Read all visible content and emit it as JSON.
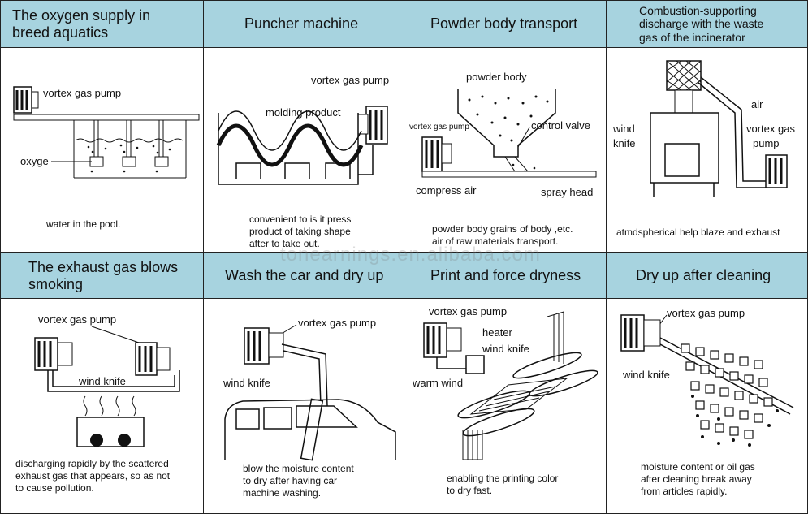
{
  "watermark": "tonearnings.en.alibaba.com",
  "panels": [
    {
      "title": "The oxygen supply in\nbreed aquatics",
      "labels": {
        "pump": "vortex gas pump",
        "oxy": "oxyge"
      },
      "desc": "water in the pool."
    },
    {
      "title": "Puncher machine",
      "labels": {
        "pump": "vortex gas pump",
        "product": "molding product"
      },
      "desc": "convenient to is it press\nproduct of taking shape\nafter to take out."
    },
    {
      "title": "Powder body transport",
      "labels": {
        "powder": "powder body",
        "pump": "vortex gas pump",
        "valve": "control valve",
        "air": "compress air",
        "head": "spray head"
      },
      "desc": "powder body grains of body ,etc.\nair of raw materials transport."
    },
    {
      "title": "Combustion-supporting\ndischarge with the waste\ngas of the incinerator",
      "labels": {
        "air": "air",
        "knife1": "wind",
        "knife2": "knife",
        "pump1": "vortex gas",
        "pump2": "pump"
      },
      "desc": "atmdspherical help blaze and exhaust"
    },
    {
      "title": "The exhaust gas blows\nsmoking",
      "labels": {
        "pump": "vortex gas pump",
        "knife": "wind knife"
      },
      "desc": "discharging rapidly by the scattered\nexhaust gas that appears, so as not\nto cause pollution."
    },
    {
      "title": "Wash the car and dry up",
      "labels": {
        "pump": "vortex gas pump",
        "knife": "wind knife"
      },
      "desc": "blow the moisture content\nto dry after having car\nmachine washing."
    },
    {
      "title": "Print and force dryness",
      "labels": {
        "pump": "vortex gas pump",
        "heater": "heater",
        "knife": "wind knife",
        "warm": "warm wind"
      },
      "desc": "enabling the printing color\nto dry fast."
    },
    {
      "title": "Dry up after cleaning",
      "labels": {
        "pump": "vortex gas pump",
        "knife": "wind knife"
      },
      "desc": "moisture content or oil gas\nafter cleaning break away\nfrom articles rapidly."
    }
  ]
}
